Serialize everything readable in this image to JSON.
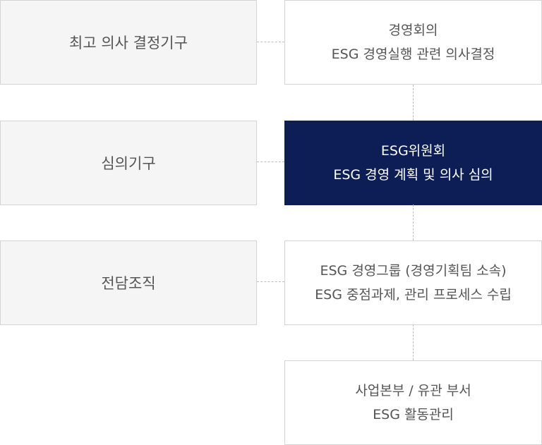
{
  "levels": [
    {
      "left": "최고 의사 결정기구",
      "right_title": "경영회의",
      "right_desc": "ESG 경영실행 관련 의사결정"
    },
    {
      "left": "심의기구",
      "right_title": "ESG위원회",
      "right_desc": "ESG 경영 계획 및 의사 심의"
    },
    {
      "left": "전담조직",
      "right_title": "ESG 경영그룹 (경영기획팀 소속)",
      "right_desc": "ESG 중점과제, 관리 프로세스 수립"
    }
  ],
  "bottom": {
    "title": "사업본부 / 유관 부서",
    "desc": "ESG 활동관리"
  },
  "colors": {
    "highlight": "#0c1e55",
    "left_bg": "#f5f5f5",
    "border": "#d4d4d4",
    "text": "#555555"
  }
}
